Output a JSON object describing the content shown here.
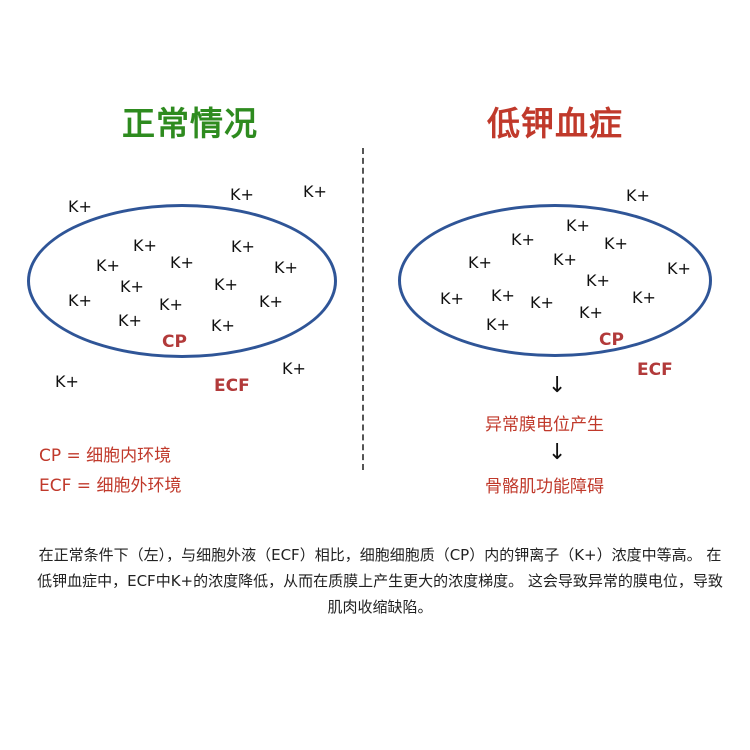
{
  "headings": {
    "normal": "正常情况",
    "hypokalemia": "低钾血症"
  },
  "ion_label": "K+",
  "compartments": {
    "cp": "CP",
    "ecf": "ECF"
  },
  "consequences": {
    "arrow": "↓",
    "step1": "异常膜电位产生",
    "step2": "骨骼肌功能障碍"
  },
  "legend": {
    "cp": "CP = 细胞内环境",
    "ecf": "ECF = 细胞外环境"
  },
  "caption": "在正常条件下（左），与细胞外液（ECF）相比，细胞细胞质（CP）内的钾离子（K+）浓度中等高。 在低钾血症中，ECF中K+的浓度降低，从而在质膜上产生更大的浓度梯度。 这会导致异常的膜电位，导致肌肉收缩缺陷。",
  "colors": {
    "normal_heading": "#2e8b1f",
    "hypo_heading": "#c0392b",
    "membrane": "#2f5597",
    "label_red": "#b23a3a"
  }
}
